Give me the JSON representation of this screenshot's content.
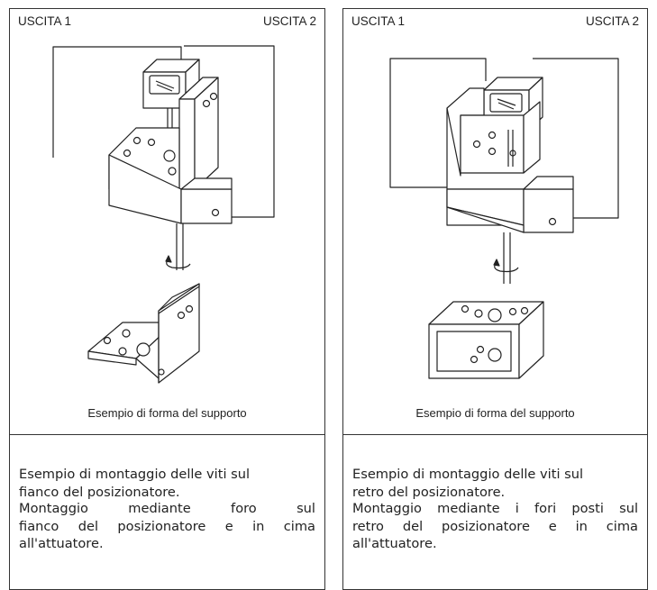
{
  "left_panel": {
    "output1": "USCITA 1",
    "output2": "USCITA 2",
    "caption": "Esempio di forma del supporto",
    "desc1_line1": "Esempio di montaggio delle viti sul",
    "desc1_line2": "fianco del posizionatore.",
    "desc2_line1": "Montaggio mediante foro sul",
    "desc2_line2": "fianco del posizionatore e in cima",
    "desc2_line3": "all'attuatore."
  },
  "right_panel": {
    "output1": "USCITA 1",
    "output2": "USCITA 2",
    "caption": "Esempio di forma del supporto",
    "desc1_line1": "Esempio di montaggio delle viti sul",
    "desc1_line2": "retro del posizionatore.",
    "desc2_line1": "Montaggio mediante i fori posti sul",
    "desc2_line2": "retro del posizionatore e in cima",
    "desc2_line3": "all'attuatore."
  }
}
